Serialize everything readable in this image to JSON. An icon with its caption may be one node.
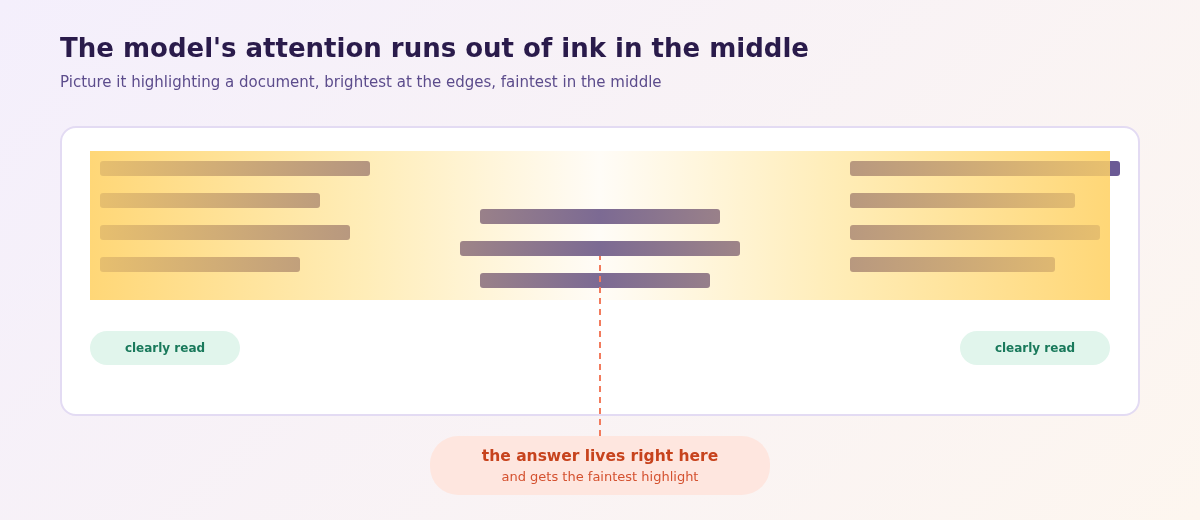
{
  "diagram": {
    "title": "The model's attention runs out of ink in the middle",
    "nodes": [
      {
        "text": [],
        "shape": "bar"
      },
      {
        "text": [],
        "shape": "bar"
      },
      {
        "text": [],
        "shape": "bar"
      },
      {
        "text": [],
        "shape": "bar"
      },
      {
        "text": [],
        "shape": "bar"
      },
      {
        "text": [],
        "shape": "bar"
      },
      {
        "text": [],
        "shape": "bar"
      },
      {
        "text": [],
        "shape": "bar"
      },
      {
        "text": [],
        "shape": "bar"
      },
      {
        "text": [],
        "shape": "bar"
      },
      {
        "text": [],
        "shape": "bar"
      },
      {
        "text": [
          "clearly read"
        ]
      },
      {
        "text": [
          "clearly read"
        ]
      },
      {
        "text": [
          "the answer lives right here",
          "and gets the faintest highlight"
        ]
      }
    ],
    "edges": [
      {
        "from": 13,
        "to": 5,
        "arrow": "none",
        "style": "dashed",
        "color": "#f27b5d"
      }
    ],
    "labels": [
      "Picture it highlighting a document, brightest at the edges, faintest in the middle"
    ]
  }
}
